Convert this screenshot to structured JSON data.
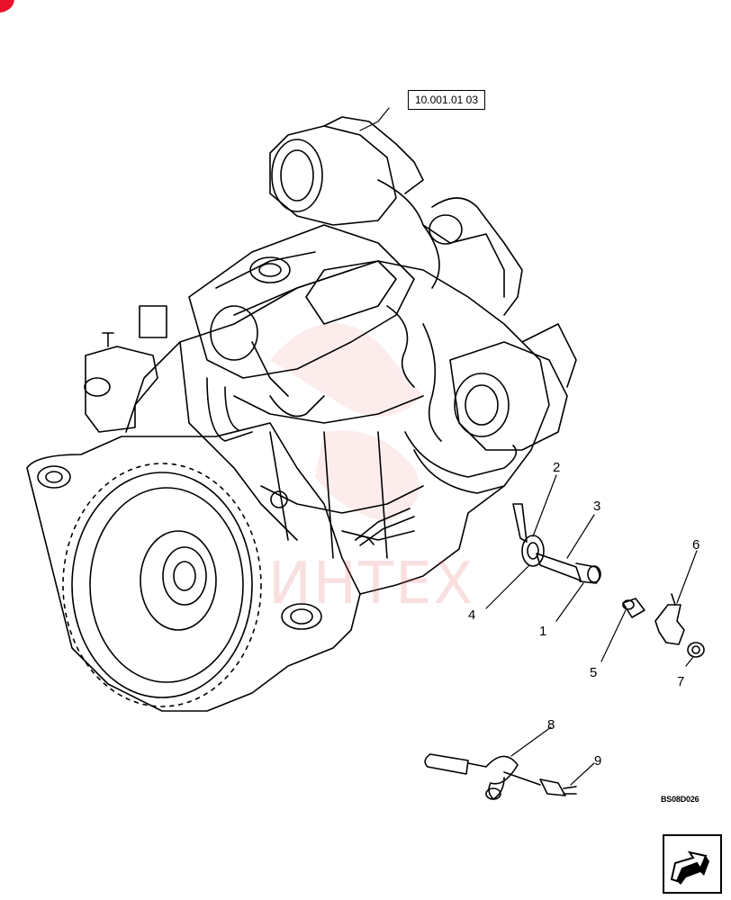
{
  "reference_label": "10.001.01 03",
  "drawing_code": "BS08D026",
  "watermark_text": "ИНТЕХ",
  "callouts": [
    "1",
    "2",
    "3",
    "4",
    "5",
    "6",
    "7",
    "8",
    "9"
  ],
  "colors": {
    "line": "#000000",
    "watermark": "#e05050",
    "corner": "#e8102a"
  },
  "nav_icon": "next-page-arrow-icon"
}
